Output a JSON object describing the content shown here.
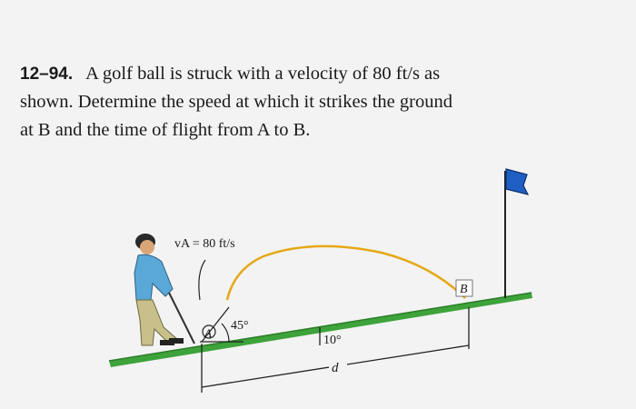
{
  "problem": {
    "number": "12–94.",
    "line1": "A golf ball is struck with a velocity of 80 ft/s as",
    "line2": "shown. Determine the speed at which it strikes the ground",
    "line3": "at B and the time of flight from A to B."
  },
  "figure": {
    "velocity_label": "vA = 80 ft/s",
    "angle_label": "45°",
    "slope_label": "10°",
    "point_a": "A",
    "point_b": "B",
    "distance_label": "d",
    "colors": {
      "ground": "#3da33a",
      "trajectory": "#e6a817",
      "flag": "#1f5fc4",
      "shirt": "#5aa8d8",
      "pants": "#c9bf8a"
    }
  }
}
